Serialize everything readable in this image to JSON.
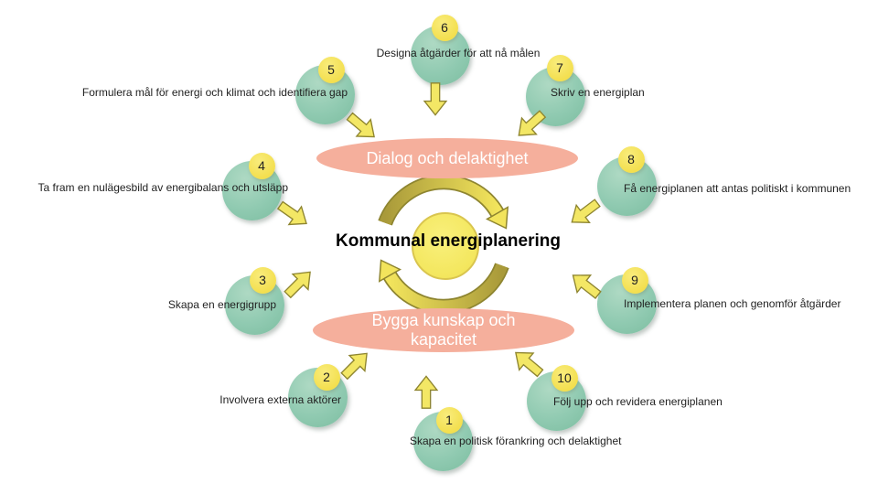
{
  "diagram": {
    "title": "Kommunal energiplanering",
    "phase_top": "Dialog och delaktighet",
    "phase_bottom": "Bygga kunskap och kapacitet"
  },
  "steps": [
    {
      "number": "1",
      "label": "Skapa en politisk förankring och delaktighet"
    },
    {
      "number": "2",
      "label": "Involvera externa aktörer"
    },
    {
      "number": "3",
      "label": "Skapa en energigrupp"
    },
    {
      "number": "4",
      "label": "Ta fram en nulägesbild av energibalans och utsläpp"
    },
    {
      "number": "5",
      "label": "Formulera mål för energi och klimat och identifiera gap"
    },
    {
      "number": "6",
      "label": "Designa åtgärder för att nå målen"
    },
    {
      "number": "7",
      "label": "Skriv en energiplan"
    },
    {
      "number": "8",
      "label": "Få energiplanen att antas politiskt i kommunen"
    },
    {
      "number": "9",
      "label": "Implementera planen och genomför åtgärder"
    },
    {
      "number": "10",
      "label": "Följ upp och revidera energiplanen"
    }
  ],
  "colors": {
    "step_circle_green": "#90cab1",
    "badge_yellow": "#f5e45c",
    "arrow_yellow": "#f3e765",
    "arrow_outline": "#8e8530",
    "cycle_olive": "#a99a3a",
    "phase_ellipse_pink": "#f5af9c",
    "center_circle_yellow": "#f5e860"
  }
}
